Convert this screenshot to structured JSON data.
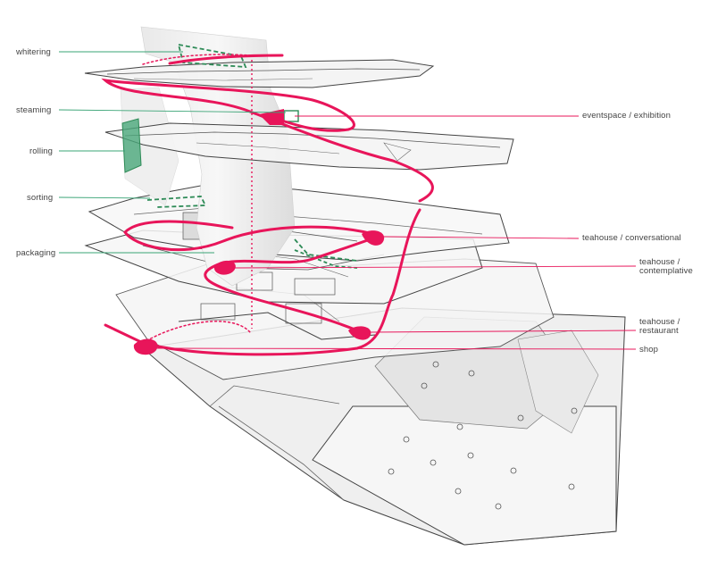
{
  "process_labels": [
    "whitering",
    "steaming",
    "rolling",
    "sorting",
    "packaging"
  ],
  "program_labels": [
    {
      "lines": [
        "eventspace  /  exhibition"
      ]
    },
    {
      "lines": [
        "teahouse  /  conversational"
      ]
    },
    {
      "lines": [
        "teahouse  /",
        "contemplative"
      ]
    },
    {
      "lines": [
        "teahouse  /",
        "restaurant"
      ]
    },
    {
      "lines": [
        "shop"
      ]
    }
  ],
  "colors": {
    "circulation": "#e8155a",
    "process_outline": "#2e8b57",
    "leader_green": "#3aa476",
    "leader_pink": "#e8155a",
    "floor_line": "#555555",
    "floor_fill": "#f2f2f2",
    "label_text": "#444444"
  }
}
